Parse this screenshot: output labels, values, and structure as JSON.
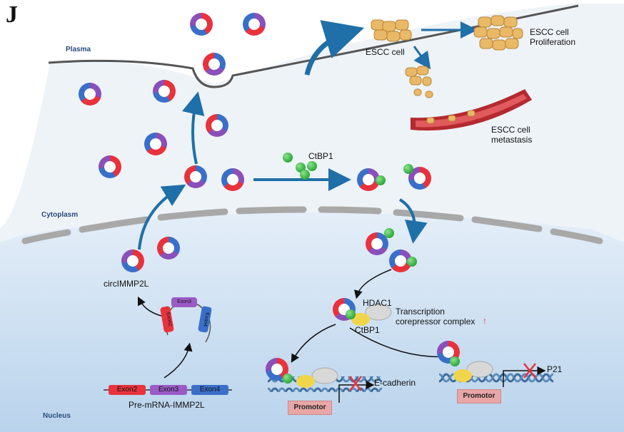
{
  "panel_letter": "J",
  "regions": {
    "plasma": "Plasma",
    "cytoplasm": "Cytoplasm",
    "nucleus": "Nucleus"
  },
  "labels": {
    "ctbp1": "CtBP1",
    "circ": "circIMMP2L",
    "hdac1": "HDAC1",
    "ctbp1_complex": "CtBP1",
    "complex_line1": "Transcription",
    "complex_line2": "corepressor complex",
    "complex_arrow": "↑",
    "premrna": "Pre-mRNA-IMMP2L",
    "ecad": "E-cadherin",
    "p21": "P21",
    "promotor": "Promotor",
    "escc_cell": "ESCC cell",
    "prolif_line1": "ESCC cell",
    "prolif_line2": "Proliferation",
    "meta_line1": "ESCC cell",
    "meta_line2": "metastasis"
  },
  "exons_linear": [
    "Exon2",
    "Exon3",
    "Exon4"
  ],
  "exons_circular": [
    "Exon2",
    "Exon3",
    "Exon4"
  ],
  "colors": {
    "red": "#e8323c",
    "blue": "#3a6fc9",
    "purple": "#8a4fb8",
    "green": "#2ba83a",
    "arrow_blue": "#1f6fa8",
    "cell": "#e9b968",
    "nucleus_bg": "#cfe2f3",
    "cytoplasm_bg": "#eef3f8"
  }
}
